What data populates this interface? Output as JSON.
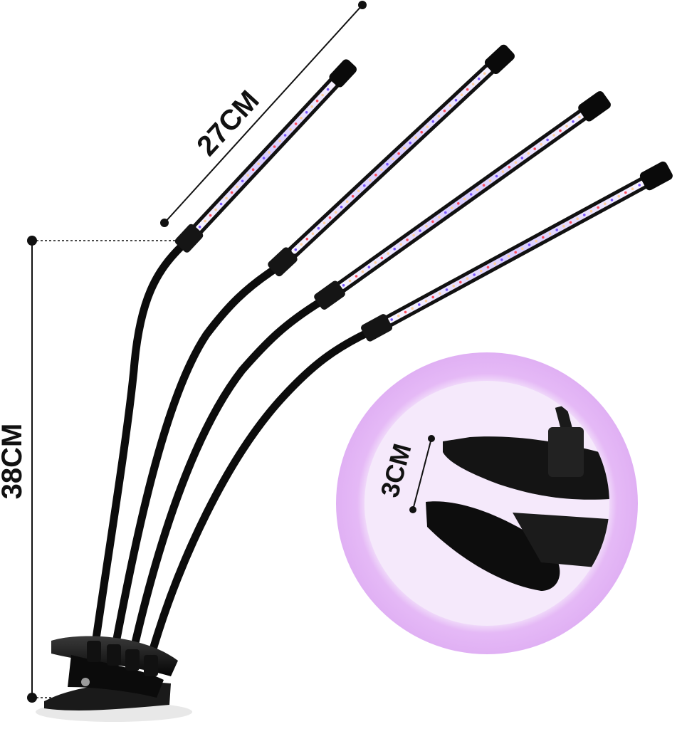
{
  "dimensions": {
    "tube_length": "27CM",
    "lamp_height": "38CM",
    "clip_opening": "3CM"
  },
  "colors": {
    "background": "#ffffff",
    "lamp_body": "#111111",
    "inset_ring": "#e2b4f4",
    "inset_inner": "#f3e4fb",
    "led_purple": "#7a55ff",
    "led_warm": "#ffcf9c",
    "led_red": "#ff4b5c"
  },
  "icons": [
    "led-grow-lamp-photo",
    "clip-base",
    "gooseneck-arm",
    "led-tube",
    "magnified-clip-inset"
  ]
}
